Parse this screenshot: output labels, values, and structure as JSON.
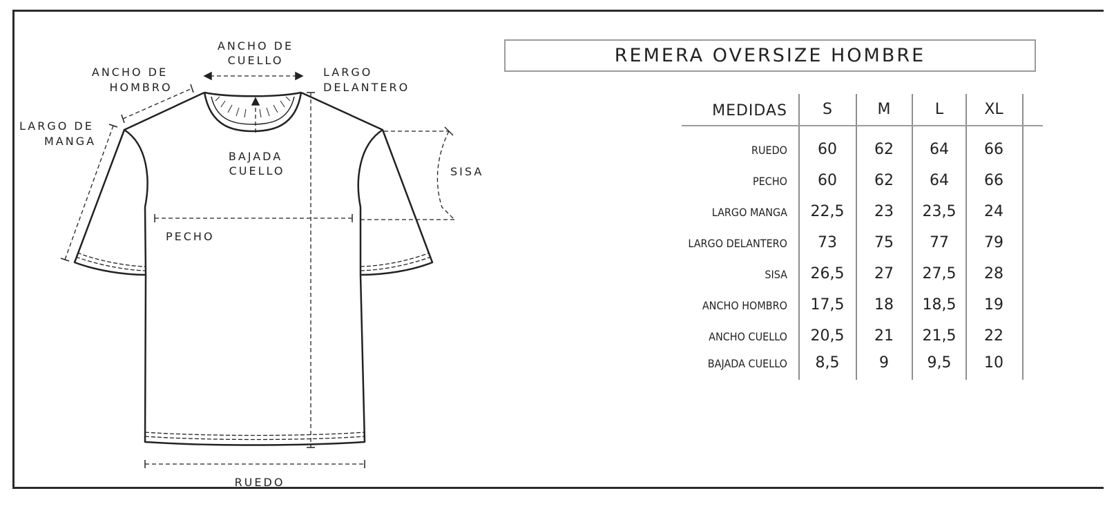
{
  "title": "REMERA OVERSIZE HOMBRE",
  "diagram_labels": {
    "ancho_cuello": [
      "ANCHO DE",
      "CUELLO"
    ],
    "ancho_hombro": [
      "ANCHO DE",
      "HOMBRO"
    ],
    "largo_delantero": [
      "LARGO",
      "DELANTERO"
    ],
    "largo_manga": [
      "LARGO DE",
      "MANGA"
    ],
    "bajada_cuello": [
      "BAJADA",
      "CUELLO"
    ],
    "sisa": "SISA",
    "pecho": "PECHO",
    "ruedo": "RUEDO"
  },
  "table": {
    "header_label": "MEDIDAS",
    "sizes": [
      "S",
      "M",
      "L",
      "XL"
    ],
    "rows": [
      {
        "label": "RUEDO",
        "values": [
          "60",
          "62",
          "64",
          "66"
        ]
      },
      {
        "label": "PECHO",
        "values": [
          "60",
          "62",
          "64",
          "66"
        ]
      },
      {
        "label": "LARGO MANGA",
        "values": [
          "22,5",
          "23",
          "23,5",
          "24"
        ]
      },
      {
        "label": "LARGO DELANTERO",
        "values": [
          "73",
          "75",
          "77",
          "79"
        ]
      },
      {
        "label": "SISA",
        "values": [
          "26,5",
          "27",
          "27,5",
          "28"
        ]
      },
      {
        "label": "ANCHO HOMBRO",
        "values": [
          "17,5",
          "18",
          "18,5",
          "19"
        ]
      },
      {
        "label": "ANCHO CUELLO",
        "values": [
          "20,5",
          "21",
          "21,5",
          "22"
        ]
      },
      {
        "label": "BAJADA CUELLO",
        "values": [
          "8,5",
          "9",
          "9,5",
          "10"
        ]
      }
    ]
  }
}
